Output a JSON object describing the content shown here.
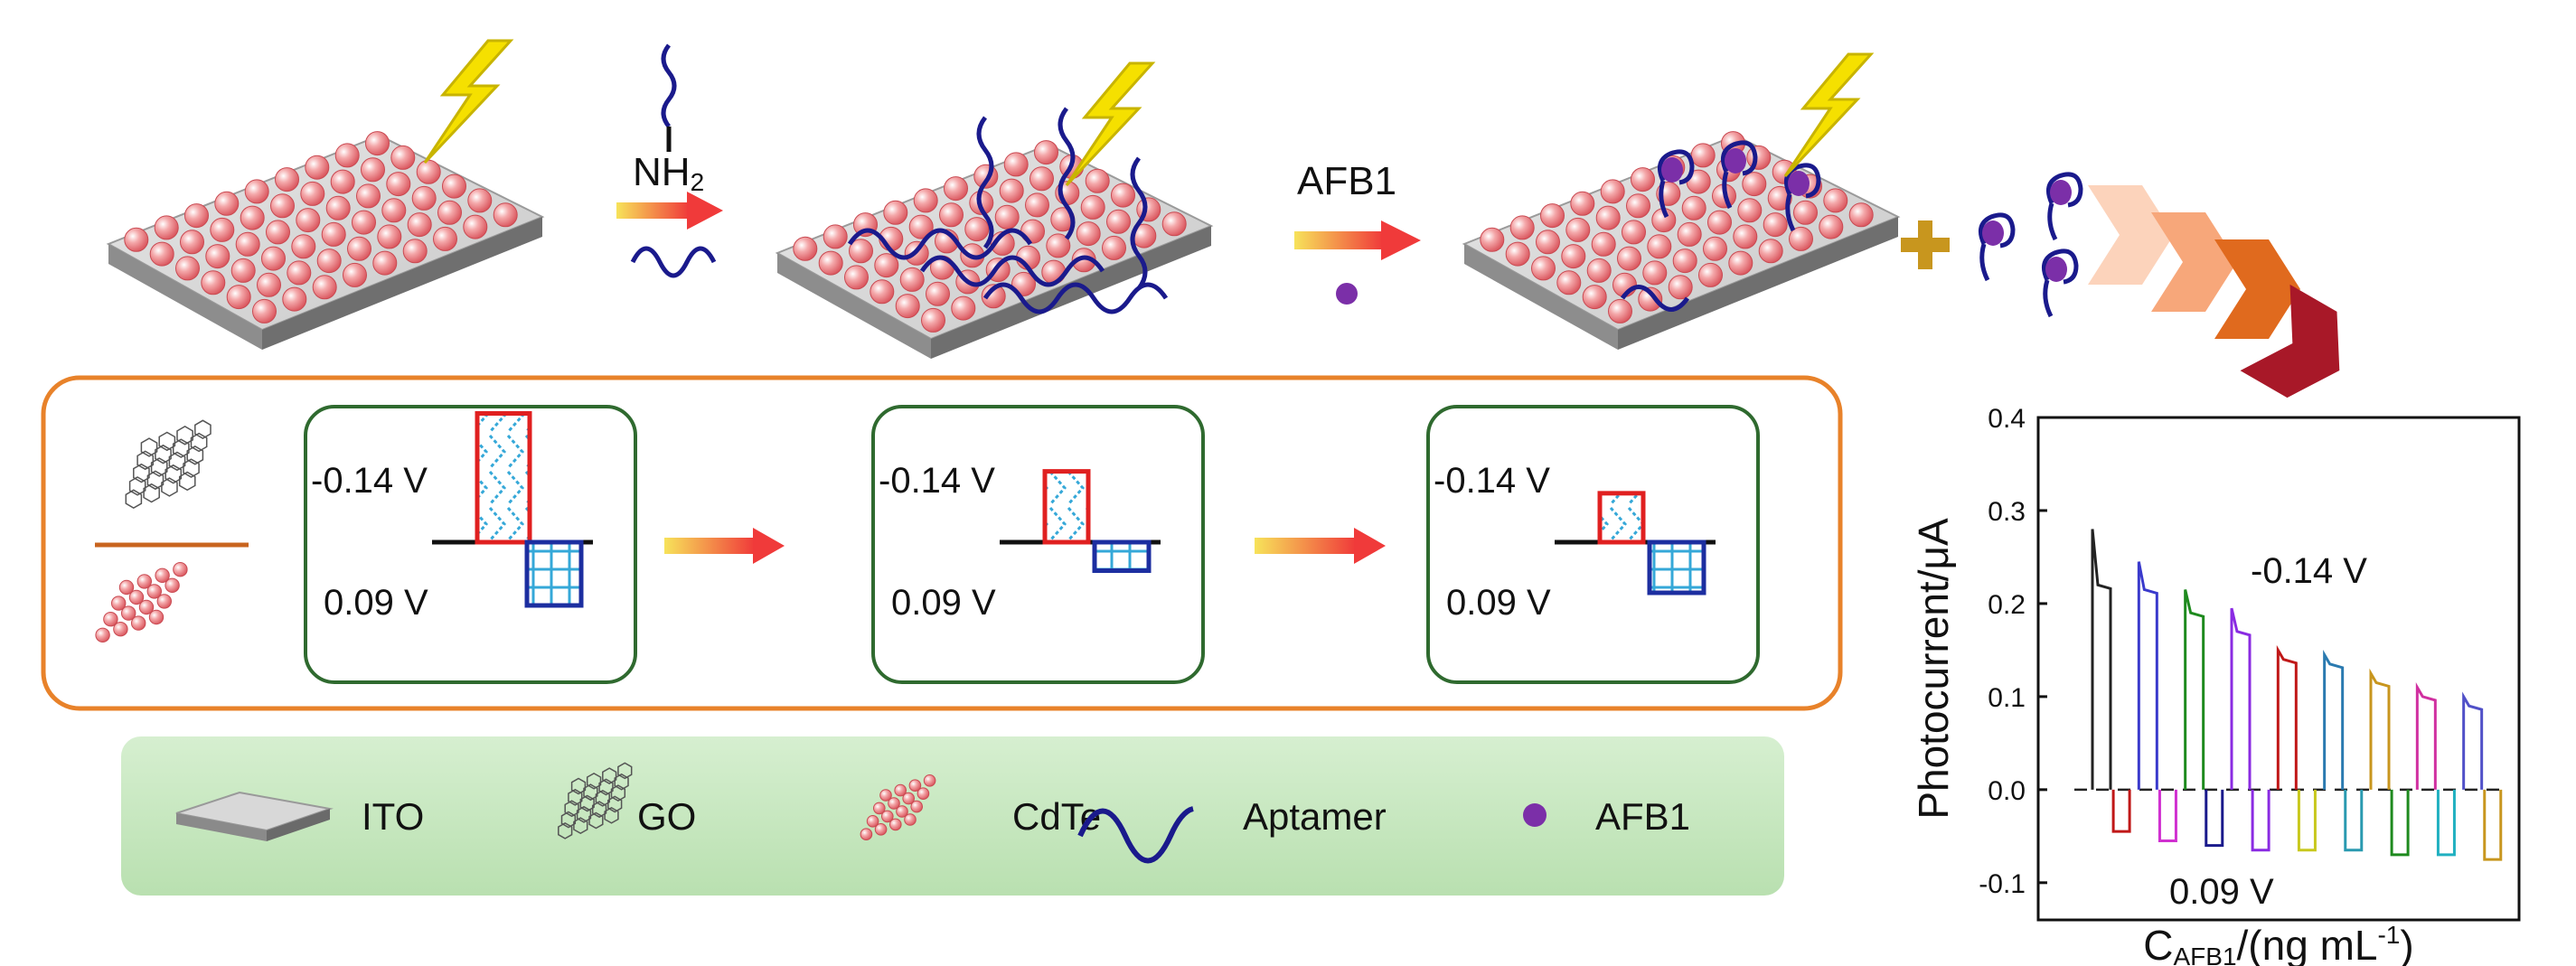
{
  "steps": {
    "amine_label": "NH",
    "amine_sub": "2",
    "target_label": "AFB1"
  },
  "energy_panels": [
    {
      "upper": "-0.14 V",
      "lower": "0.09 V",
      "up_level": 1.0,
      "down_level": 1.0
    },
    {
      "upper": "-0.14 V",
      "lower": "0.09 V",
      "up_level": 0.55,
      "down_level": 0.45
    },
    {
      "upper": "-0.14 V",
      "lower": "0.09 V",
      "up_level": 0.38,
      "down_level": 0.8
    }
  ],
  "legend": [
    {
      "icon": "ito-slab-icon",
      "label": "ITO"
    },
    {
      "icon": "graphene-oxide-icon",
      "label": "GO"
    },
    {
      "icon": "cdte-dots-icon",
      "label": "CdTe"
    },
    {
      "icon": "aptamer-wave-icon",
      "label": "Aptamer"
    },
    {
      "icon": "afb1-dot-icon",
      "label": "AFB1"
    }
  ],
  "colors": {
    "quantum_dot": "#e8757a",
    "aptamer": "#1a1a8c",
    "afb1": "#7b2fa8",
    "lightning": "#f5e000",
    "panel_border": "#e8822a",
    "box_border": "#2f6a2f",
    "up_box": "#e02020",
    "down_box": "#1c2ea0",
    "legend_bg": "#c8e8c0"
  },
  "chart_data": {
    "type": "line",
    "xlabel_main": "C",
    "xlabel_sub": "AFB1",
    "xlabel_rest": "/(ng mL",
    "xlabel_sup": "-1",
    "xlabel_end": ")",
    "ylabel": "Photocurrent/μA",
    "ylim": [
      -0.14,
      0.4
    ],
    "yticks": [
      "0.4",
      "0.3",
      "0.2",
      "0.1",
      "0.0",
      "-0.1"
    ],
    "annotation_top": "-0.14 V",
    "annotation_bottom": "0.09 V",
    "series": [
      {
        "color": "#222222",
        "peak": 0.28,
        "plateau": 0.22,
        "neg": -0.045
      },
      {
        "color": "#3a3acc",
        "peak": 0.245,
        "plateau": 0.215,
        "neg": -0.055
      },
      {
        "color": "#1e8a1e",
        "peak": 0.215,
        "plateau": 0.19,
        "neg": -0.06
      },
      {
        "color": "#8a2be2",
        "peak": 0.195,
        "plateau": 0.17,
        "neg": -0.065
      },
      {
        "color": "#c01818",
        "peak": 0.15,
        "plateau": 0.14,
        "neg": -0.065
      },
      {
        "color": "#2a7ab0",
        "peak": 0.145,
        "plateau": 0.135,
        "neg": -0.065
      },
      {
        "color": "#c8961e",
        "peak": 0.125,
        "plateau": 0.115,
        "neg": -0.07
      },
      {
        "color": "#d030a0",
        "peak": 0.11,
        "plateau": 0.1,
        "neg": -0.07
      },
      {
        "color": "#5050c8",
        "peak": 0.1,
        "plateau": 0.09,
        "neg": -0.075
      }
    ],
    "neg_colors": [
      "#c01818",
      "#d030d0",
      "#1a1a8c",
      "#8a2be2",
      "#c8c81e",
      "#2a9ab0",
      "#1e8a1e",
      "#20b0c0",
      "#c8961e"
    ]
  }
}
